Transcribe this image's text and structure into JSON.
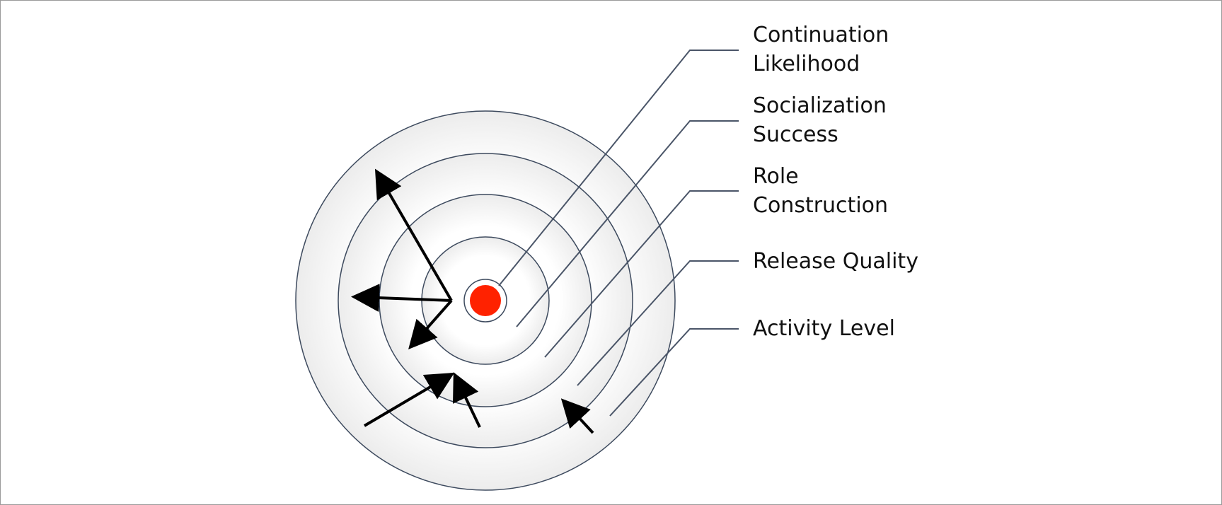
{
  "labels": [
    {
      "line1": "Continuation",
      "line2": "Likelihood"
    },
    {
      "line1": "Socialization",
      "line2": "Success"
    },
    {
      "line1": "Role",
      "line2": "Construction"
    },
    {
      "line1": "Release Quality",
      "line2": ""
    },
    {
      "line1": "Activity Level",
      "line2": ""
    }
  ],
  "colors": {
    "ring_stroke": "#3d4a5e",
    "leader_line": "#4a5568",
    "bullseye": "#ff2200",
    "arrow": "#000000",
    "frame": "#9a9a9a"
  }
}
